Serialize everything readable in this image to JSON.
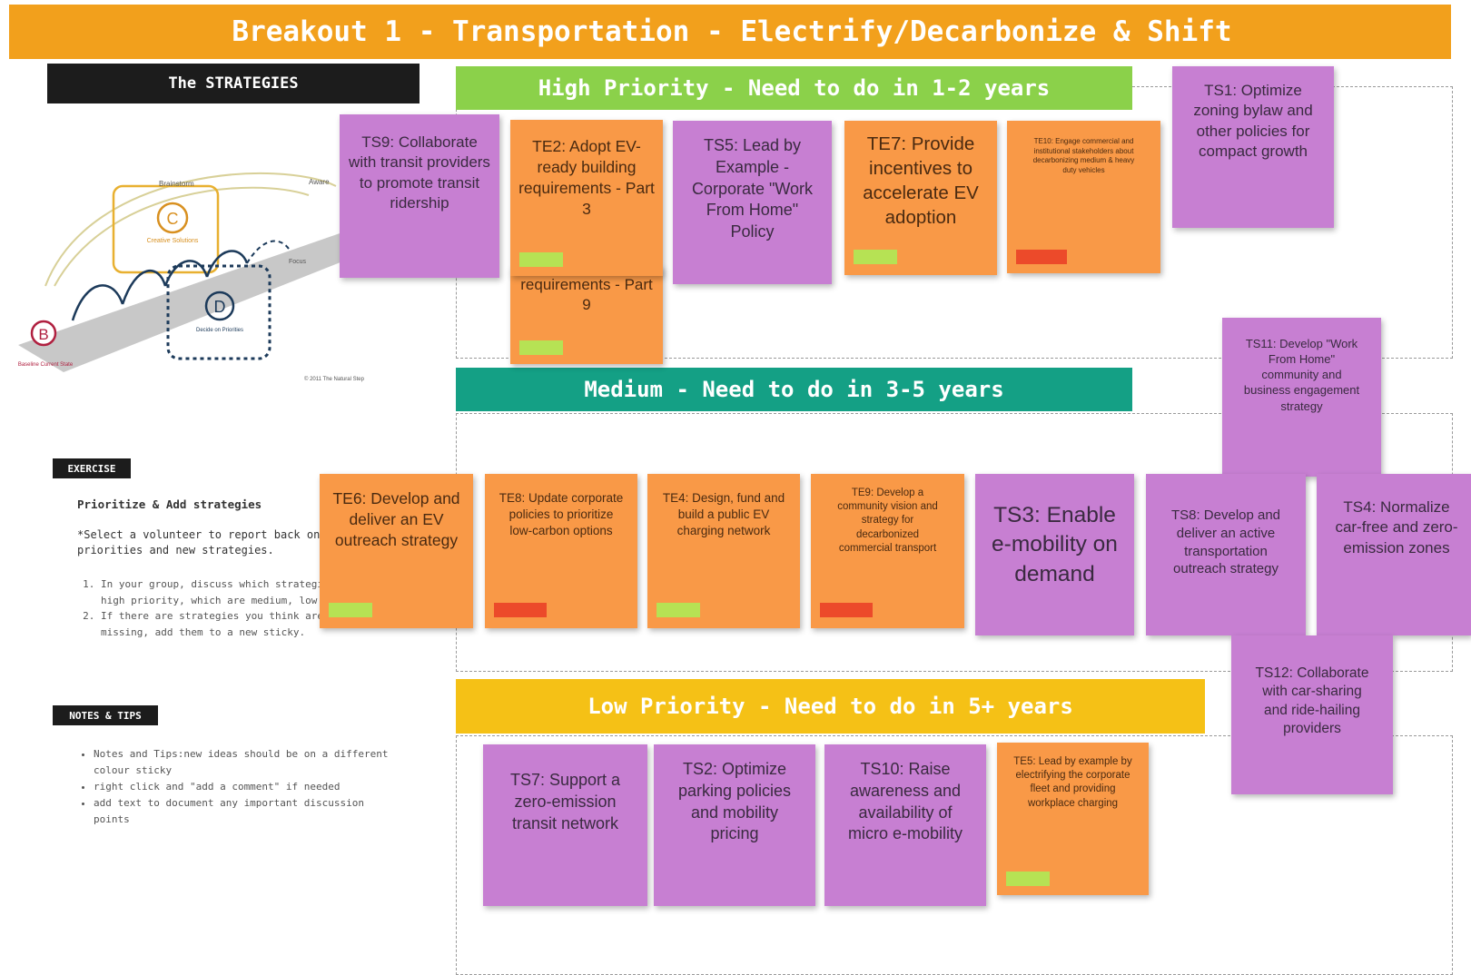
{
  "banner": {
    "title": "Breakout 1 - Transportation - Electrify/Decarbonize & Shift"
  },
  "left": {
    "strategies_header": "The STRATEGIES",
    "diagram": {
      "labels": {
        "c_letter": "C",
        "c_caption": "Creative Solutions",
        "d_letter": "D",
        "d_caption": "Decide on Priorities",
        "b_letter": "B",
        "b_caption": "Baseline Current State",
        "brainstorm": "Brainstorm",
        "aware": "Aware",
        "focus": "Focus",
        "copyright": "© 2011 The Natural Step"
      }
    },
    "exercise": {
      "tag": "EXERCISE",
      "heading": "Prioritize & Add strategies",
      "note": "*Select a volunteer to report back on priorities and new strategies.",
      "steps": [
        "In your group, discuss which strategies are high priority, which are medium, low",
        "If there are strategies you think are missing, add them to a new sticky."
      ]
    },
    "notes": {
      "tag": "NOTES & TIPS",
      "items": [
        "Notes and Tips:new ideas should be on a different colour sticky",
        "right click and \"add a comment\" if needed",
        "add text to document any important discussion points"
      ]
    }
  },
  "sections": {
    "high": {
      "label": "High Priority - Need to do in 1-2 years",
      "color": "#8bd14a"
    },
    "medium": {
      "label": "Medium - Need to do in 3-5 years",
      "color": "#14a085"
    },
    "low": {
      "label": "Low Priority - Need to do in 5+ years",
      "color": "#f5c116"
    }
  },
  "stickies": {
    "ts9": "TS9: Collaborate with transit providers to promote transit ridership",
    "te2": "TE2: Adopt EV-ready building requirements - Part 3",
    "te2b": "requirements - Part 9",
    "ts5": "TS5: Lead by Example - Corporate \"Work From Home\" Policy",
    "te7": "TE7: Provide incentives to accelerate EV adoption",
    "te10": "TE10: Engage commercial and institutional stakeholders about decarbonizing medium & heavy duty vehicles",
    "ts1": "TS1: Optimize zoning bylaw and other policies for compact growth",
    "ts11": "TS11: Develop \"Work From Home\" community and business engagement strategy",
    "te6": "TE6: Develop and deliver an EV outreach strategy",
    "te8": "TE8: Update corporate policies to prioritize low-carbon options",
    "te4": "TE4: Design, fund and build a public EV charging network",
    "te9": "TE9: Develop a community vision and strategy for decarbonized commercial transport",
    "ts3": "TS3: Enable e-mobility on demand",
    "ts8": "TS8: Develop and deliver an active transportation outreach strategy",
    "ts4": "TS4: Normalize car-free and zero-emission zones",
    "ts12": "TS12: Collaborate with car-sharing and ride-hailing providers",
    "ts7": "TS7: Support a zero-emission transit network",
    "ts2": "TS2: Optimize parking policies and mobility pricing",
    "ts10": "TS10: Raise awareness and availability of micro e-mobility",
    "te5": "TE5: Lead by example by electrifying the corporate fleet and providing workplace charging"
  },
  "colors": {
    "banner": "#f2a01c",
    "purple_sticky": "#c77fd2",
    "orange_sticky": "#f99947",
    "green_tag": "#b6e254",
    "red_tag": "#ec4a2a"
  }
}
